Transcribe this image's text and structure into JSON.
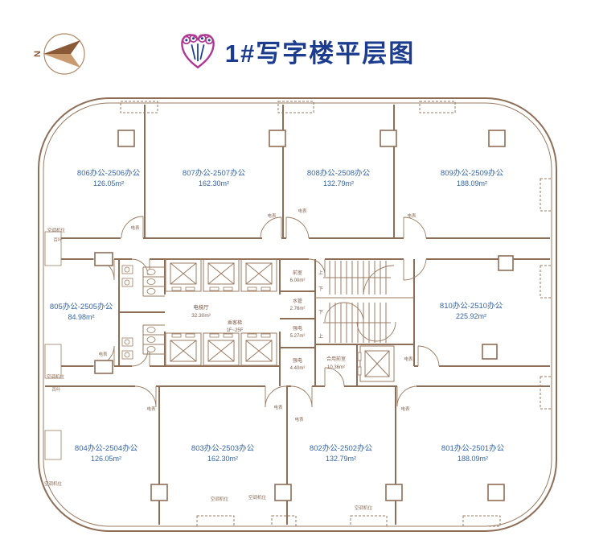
{
  "header": {
    "title": "1#写字楼平层图"
  },
  "icons": {
    "logo": "heart-tulip-logo",
    "compass": "north-arrow"
  },
  "compass": {
    "north": "N"
  },
  "colors": {
    "wall": "#8f6e58",
    "unit_text": "#3565a8",
    "core_text": "#7d5a45",
    "title": "#1c3d8f",
    "logo": "#b03894"
  },
  "units": [
    {
      "id": "806",
      "name": "806办公-2506办公",
      "area": "126.05m²"
    },
    {
      "id": "807",
      "name": "807办公-2507办公",
      "area": "162.30m²"
    },
    {
      "id": "808",
      "name": "808办公-2508办公",
      "area": "132.79m²"
    },
    {
      "id": "809",
      "name": "809办公-2509办公",
      "area": "188.09m²"
    },
    {
      "id": "805",
      "name": "805办公-2505办公",
      "area": "84.98m²"
    },
    {
      "id": "810",
      "name": "810办公-2510办公",
      "area": "225.92m²"
    },
    {
      "id": "804",
      "name": "804办公-2504办公",
      "area": "126.05m²"
    },
    {
      "id": "803",
      "name": "803办公-2503办公",
      "area": "162.30m²"
    },
    {
      "id": "802",
      "name": "802办公-2502办公",
      "area": "132.79m²"
    },
    {
      "id": "801",
      "name": "801办公-2501办公",
      "area": "188.09m²"
    }
  ],
  "core": {
    "elevator_hall": {
      "name": "电梯厅",
      "area": "32.30m²"
    },
    "elevator_note": {
      "name": "乘客梯",
      "range": "1F~25F"
    },
    "vestibule": {
      "name": "前室",
      "area": "6.00m²"
    },
    "water_shaft": {
      "name": "水管",
      "area": "2.76m²"
    },
    "electric_shaft_1": {
      "name": "强电",
      "area": "5.27m²"
    },
    "electric_shaft_2": {
      "name": "强电",
      "area": "4.40m²"
    },
    "shared_vestibule": {
      "name": "合用前室",
      "area": "10.36m²"
    },
    "stairs": {
      "up": "上",
      "down": "下"
    }
  },
  "labels": {
    "door_meter": "电表",
    "ac_slot": "空调机位",
    "louver": "百叶"
  }
}
